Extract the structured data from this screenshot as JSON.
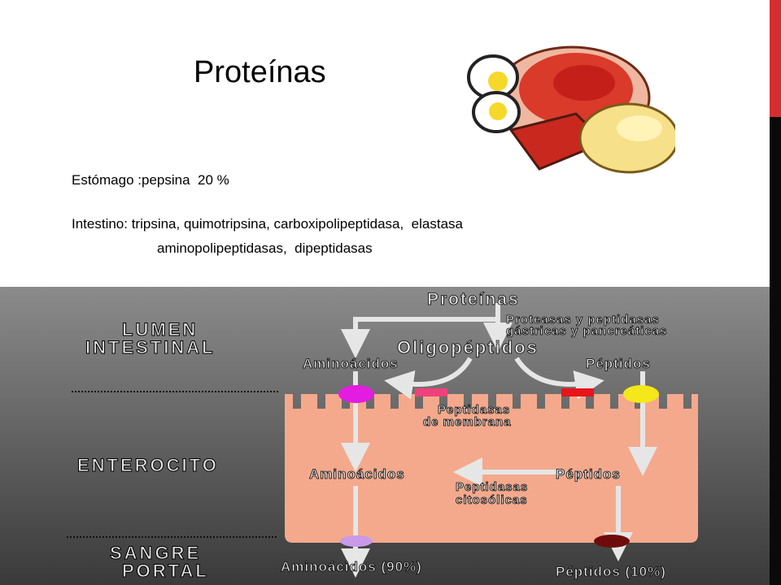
{
  "slide": {
    "title": "Proteínas",
    "stomach_line": "Estómago :pepsina  20 %",
    "intestine_line1": "Intestino: tripsina, quimotripsina, carboxipolipeptidasa,  elastasa",
    "intestine_line2": "aminopolipeptidasas,  dipeptidasas",
    "illustration_icon": "protein-foods-illustration"
  },
  "diagram": {
    "top_label": "Proteínas",
    "enzyme_label_1": "Proteasas y peptidasas",
    "enzyme_label_2": "gástricas y pancreáticas",
    "oligo_label": "Oligopéptidos",
    "zones": {
      "lumen_1": "LUMEN",
      "lumen_2": "INTESTINAL",
      "enterocyte": "ENTEROCITO",
      "blood_1": "SANGRE",
      "blood_2": "PORTAL"
    },
    "lumen_amino": "Aminoácidos",
    "lumen_peptides": "Péptidos",
    "membrane_1": "Peptidasas",
    "membrane_2": "de membrana",
    "cell_amino": "Aminoácidos",
    "cell_peptides": "Péptidos",
    "cytosol_1": "Peptidasas",
    "cytosol_2": "citosólicas",
    "blood_amino": "Aminoácidos (90%)",
    "blood_peptides": "Péptidos (10%)",
    "colors": {
      "cell": "#f4a98c",
      "arrow": "#e6e6e6",
      "transporter_magenta": "#e21ce0",
      "transporter_pink": "#f0427a",
      "transporter_red": "#e8141a",
      "transporter_yellow": "#f4e81a",
      "transporter_lavender": "#c89ae8",
      "transporter_maroon": "#6e0c0c"
    }
  }
}
